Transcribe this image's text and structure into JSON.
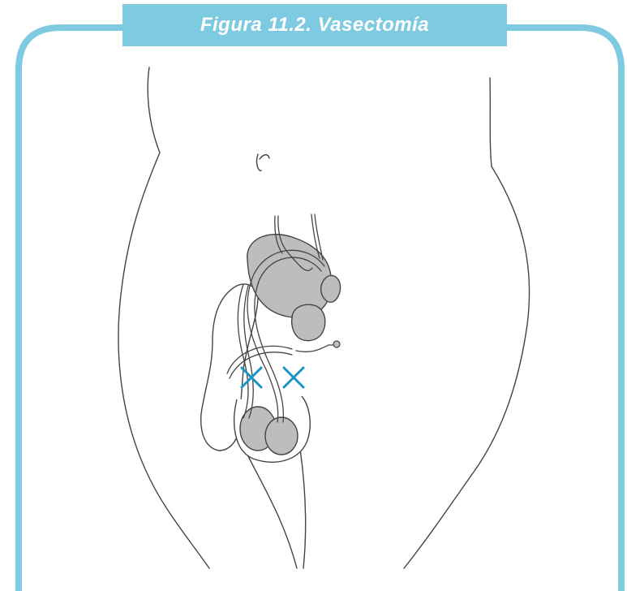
{
  "figure": {
    "title": "Figura 11.2. Vasectomía",
    "accent_color": "#7ecae0",
    "cut_marker_color": "#1a92c0",
    "organ_fill_color": "#bdbdbd",
    "outline_color": "#444444"
  },
  "diagram": {
    "subject": "male pelvis anatomy",
    "cut_markers": 2,
    "cut_marker_icon": "x-mark-icon"
  }
}
